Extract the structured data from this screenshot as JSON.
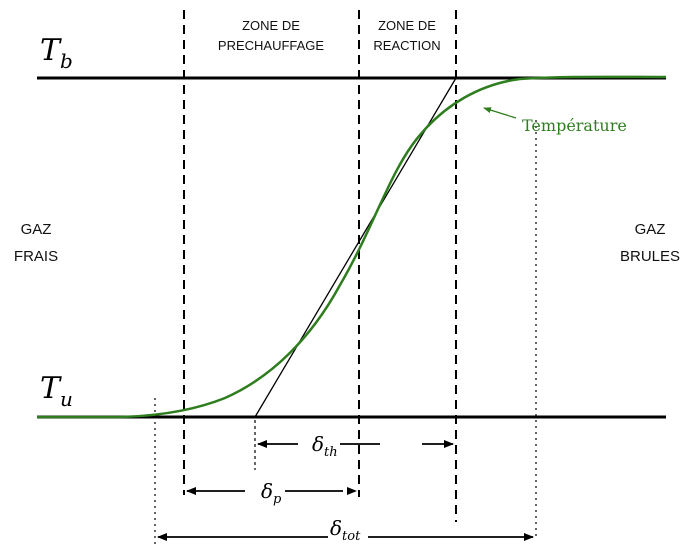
{
  "labels": {
    "t_burnt": "T",
    "t_burnt_sub": "b",
    "t_unburnt": "T",
    "t_unburnt_sub": "u",
    "zone_preheat_line1": "ZONE DE",
    "zone_preheat_line2": "PRECHAUFFAGE",
    "zone_reaction_line1": "ZONE DE",
    "zone_reaction_line2": "REACTION",
    "fresh_gas_line1": "GAZ",
    "fresh_gas_line2": "FRAIS",
    "burnt_gas_line1": "GAZ",
    "burnt_gas_line2": "BRULES",
    "temperature": "Température",
    "delta": "δ",
    "delta_th_sub": "th",
    "delta_p_sub": "p",
    "delta_tot_sub": "tot"
  },
  "colors": {
    "curve": "#2e7d1e",
    "lines": "#000000"
  }
}
